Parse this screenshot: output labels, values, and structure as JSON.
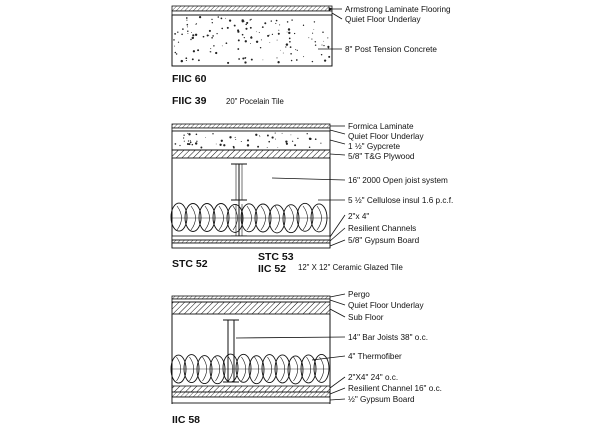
{
  "section1": {
    "labels": {
      "flooring": "Armstrong Laminate Flooring",
      "underlay": "Quiet Floor Underlay",
      "concrete": "8\" Post Tension Concrete"
    },
    "rating_a": "FIIC 60",
    "rating_b": "FIIC 39",
    "tile_note": "20\" Pocelain Tile"
  },
  "section2": {
    "labels": {
      "laminate": "Formica Laminate",
      "underlay": "Quiet Floor Underlay",
      "gypcrete": "1 ½\" Gypcrete",
      "plywood": "5/8\" T&G Plywood",
      "joist": "16\" 2000 Open joist system",
      "insul": "5 ½\" Cellulose insul 1.6 p.c.f.",
      "wood": "2\"x 4\"",
      "channels": "Resilient Channels",
      "gypsum": "5/8\" Gypsum Board"
    },
    "rating_a": "STC 52",
    "rating_b": "STC 53",
    "rating_c": "IIC 52",
    "tile_note": "12\" X 12\" Ceramic Glazed Tile"
  },
  "section3": {
    "labels": {
      "pergo": "Pergo",
      "underlay": "Quiet Floor Underlay",
      "subfloor": "Sub Floor",
      "joists": "14\" Bar Joists 38\" o.c.",
      "thermo": "4\" Thermofiber",
      "wood": "2\"X4\" 24\" o.c.",
      "channel": "Resilient Channel 16\" o.c.",
      "gypsum": "½\" Gypsum Board"
    },
    "rating_a": "IIC 58"
  },
  "colors": {
    "line": "#111111",
    "background": "#ffffff"
  }
}
